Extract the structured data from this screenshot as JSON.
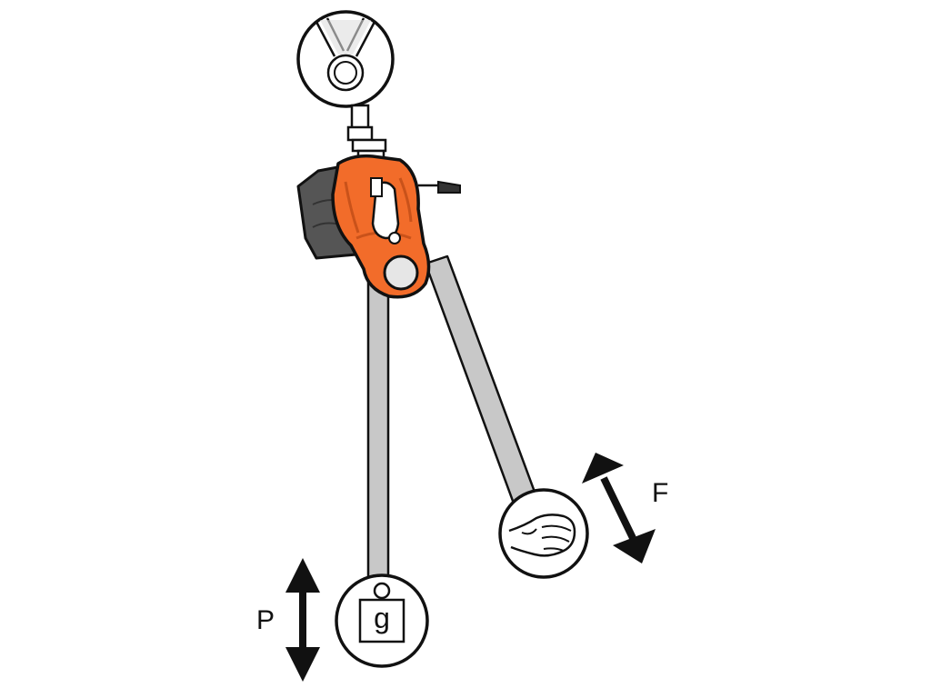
{
  "labels": {
    "force": "F",
    "load": "P",
    "weight_letter": "g"
  },
  "icons": {
    "anchor": "anchor-sling-icon",
    "hand": "fist-hand-icon",
    "weight": "weight-icon",
    "force_arrow": "double-arrow-icon",
    "load_arrow": "double-arrow-icon"
  },
  "colors": {
    "device_orange": "#f26c2a",
    "device_dark_orange": "#c9521a",
    "cam_gray": "#555555",
    "rope": "#c8c8c8",
    "outline": "#111111",
    "arrow": "#111111"
  }
}
